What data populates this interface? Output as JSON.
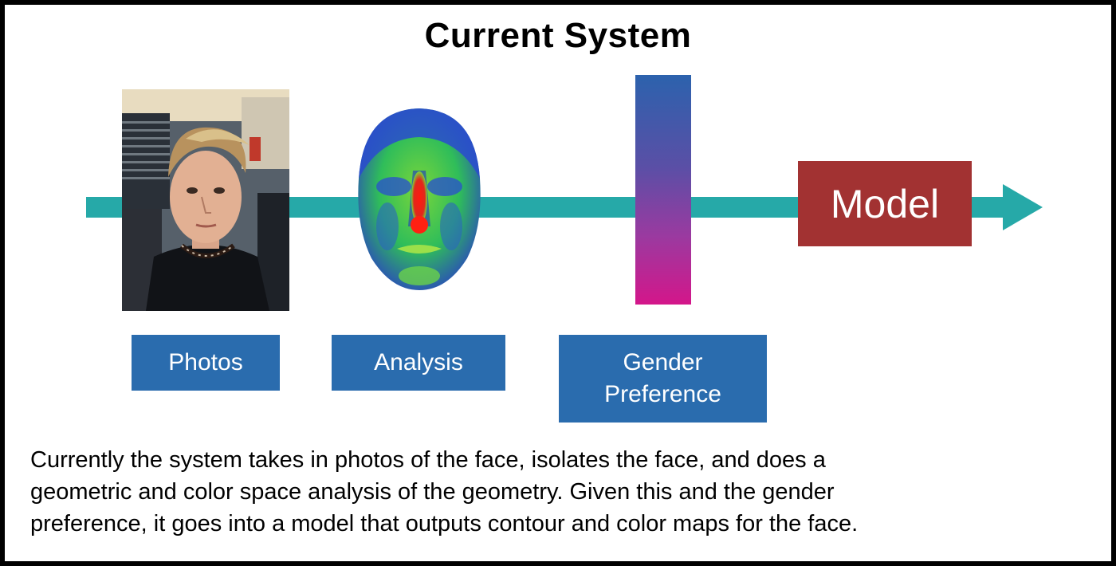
{
  "title": "Current System",
  "nodes": {
    "photos": {
      "label": "Photos"
    },
    "analysis": {
      "label": "Analysis"
    },
    "gender": {
      "label_line1": "Gender",
      "label_line2": "Preference"
    },
    "model": {
      "label": "Model"
    }
  },
  "caption_lines": [
    "Currently the system takes in photos of the face, isolates the face, and does a",
    "geometric and color space analysis of the geometry. Given this and the gender",
    "preference, it goes into a model that outputs contour and color maps for the face."
  ],
  "colors": {
    "arrow": "#26a9a8",
    "label_box": "#2a6cae",
    "model_box": "#a23232",
    "gender_gradient_top": "#2c62ad",
    "gender_gradient_bottom": "#d4168a"
  }
}
